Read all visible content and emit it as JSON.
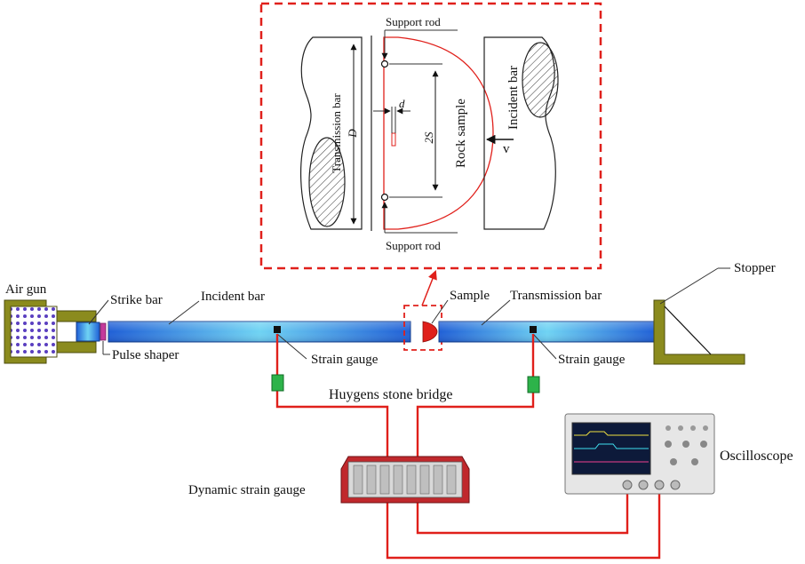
{
  "detail": {
    "support_rod_top": "Support rod",
    "support_rod_bottom": "Support rod",
    "transmission_bar": "Transmission bar",
    "diameter": "D",
    "notch_width": "d",
    "span": "2S",
    "rock_sample": "Rock sample",
    "incident_bar": "Incident bar",
    "velocity": "v"
  },
  "labels": {
    "air_gun": "Air gun",
    "strike_bar": "Strike bar",
    "incident_bar": "Incident bar",
    "pulse_shaper": "Pulse shaper",
    "strain_gauge_left": "Strain gauge",
    "sample": "Sample",
    "transmission_bar": "Transmission bar",
    "strain_gauge_right": "Strain gauge",
    "stopper": "Stopper",
    "bridge": "Huygens stone bridge",
    "dynamic_strain_gauge": "Dynamic strain gauge",
    "oscilloscope": "Oscilloscope"
  },
  "colors": {
    "callout_red": "#e0201b",
    "bar_blue_dark": "#1f5fd6",
    "bar_blue_light": "#6fd3f3",
    "frame_olive": "#8b8b1e",
    "sample_red": "#e0201b",
    "connector_green": "#2db34a",
    "instrument_red": "#c0282c"
  }
}
